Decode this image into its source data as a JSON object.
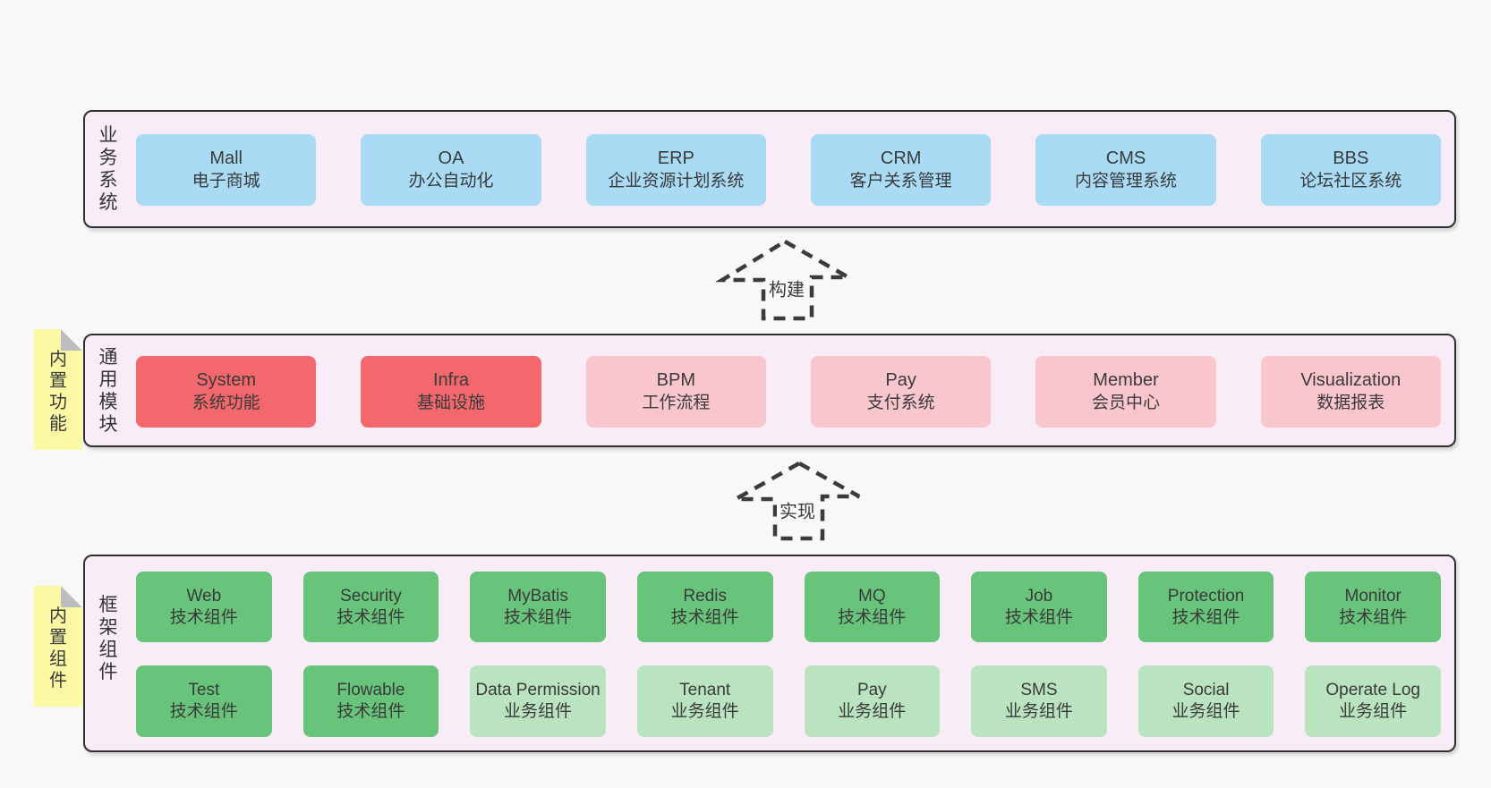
{
  "colors": {
    "page_background": "#f8f8f8",
    "panel_fill": "#f8edf6",
    "panel_border": "#2f2f2f",
    "business_box": "#a9dbf5",
    "core_module_box": "#f3686d",
    "module_box": "#f9c6ce",
    "tech_component_box": "#68c47b",
    "biz_component_box": "#b9e4bf",
    "sticky_note": "#fbf9a3",
    "text": "#3a3a3a"
  },
  "arrows": [
    {
      "label": "构建"
    },
    {
      "label": "实现"
    }
  ],
  "sections": {
    "business": {
      "label": "业务系统",
      "boxes": [
        {
          "title": "Mall",
          "subtitle": "电子商城"
        },
        {
          "title": "OA",
          "subtitle": "办公自动化"
        },
        {
          "title": "ERP",
          "subtitle": "企业资源计划系统"
        },
        {
          "title": "CRM",
          "subtitle": "客户关系管理"
        },
        {
          "title": "CMS",
          "subtitle": "内容管理系统"
        },
        {
          "title": "BBS",
          "subtitle": "论坛社区系统"
        }
      ]
    },
    "modules": {
      "label": "通用模块",
      "sticky": "内置功能",
      "boxes": [
        {
          "title": "System",
          "subtitle": "系统功能"
        },
        {
          "title": "Infra",
          "subtitle": "基础设施"
        },
        {
          "title": "BPM",
          "subtitle": "工作流程"
        },
        {
          "title": "Pay",
          "subtitle": "支付系统"
        },
        {
          "title": "Member",
          "subtitle": "会员中心"
        },
        {
          "title": "Visualization",
          "subtitle": "数据报表"
        }
      ]
    },
    "components": {
      "label": "框架组件",
      "sticky": "内置组件",
      "rows": [
        [
          {
            "title": "Web",
            "subtitle": "技术组件"
          },
          {
            "title": "Security",
            "subtitle": "技术组件"
          },
          {
            "title": "MyBatis",
            "subtitle": "技术组件"
          },
          {
            "title": "Redis",
            "subtitle": "技术组件"
          },
          {
            "title": "MQ",
            "subtitle": "技术组件"
          },
          {
            "title": "Job",
            "subtitle": "技术组件"
          },
          {
            "title": "Protection",
            "subtitle": "技术组件"
          },
          {
            "title": "Monitor",
            "subtitle": "技术组件"
          }
        ],
        [
          {
            "title": "Test",
            "subtitle": "技术组件"
          },
          {
            "title": "Flowable",
            "subtitle": "技术组件"
          },
          {
            "title": "Data Permission",
            "subtitle": "业务组件"
          },
          {
            "title": "Tenant",
            "subtitle": "业务组件"
          },
          {
            "title": "Pay",
            "subtitle": "业务组件"
          },
          {
            "title": "SMS",
            "subtitle": "业务组件"
          },
          {
            "title": "Social",
            "subtitle": "业务组件"
          },
          {
            "title": "Operate Log",
            "subtitle": "业务组件"
          }
        ]
      ]
    }
  }
}
